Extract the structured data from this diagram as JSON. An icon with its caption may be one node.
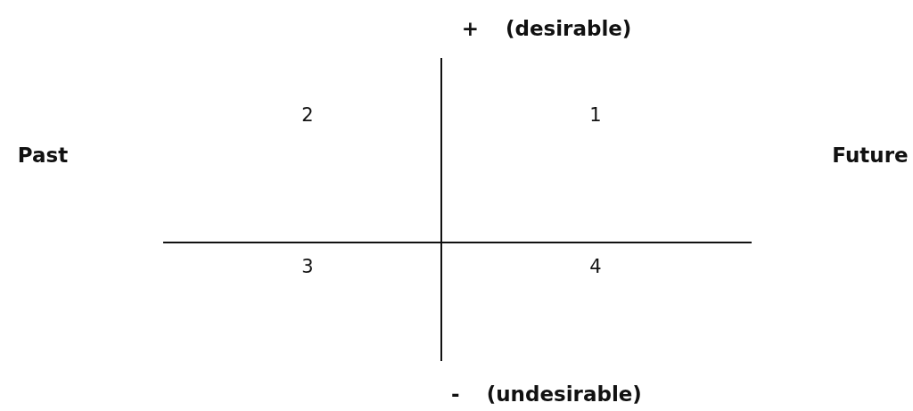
{
  "diagram": {
    "labels": [
      "+ (desirable)",
      "2",
      "1",
      "Past",
      "Future",
      "3",
      "4",
      "- (undesirable)"
    ]
  }
}
